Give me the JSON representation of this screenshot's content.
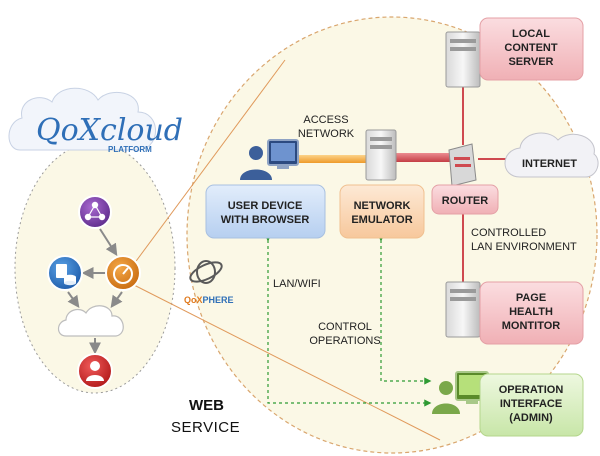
{
  "brand": {
    "logo_text": "QoXcloud",
    "platform": "PLATFORM",
    "qoxphere_prefix": "QoX",
    "qoxphere_suffix": "PHERE"
  },
  "nodes": {
    "local_server": [
      "LOCAL",
      "CONTENT",
      "SERVER"
    ],
    "internet": "INTERNET",
    "router": "ROUTER",
    "network_emulator": [
      "NETWORK",
      "EMULATOR"
    ],
    "user_device": [
      "USER DEVICE",
      "WITH BROWSER"
    ],
    "page_health_monitor": [
      "PAGE",
      "HEALTH",
      "MONTITOR"
    ],
    "operation_interface": [
      "OPERATION",
      "INTERFACE",
      "(ADMIN)"
    ]
  },
  "labels": {
    "access_network": [
      "ACCESS",
      "NETWORK"
    ],
    "controlled_lan": [
      "CONTROLLED",
      "LAN ENVIRONMENT"
    ],
    "lan_wifi": "LAN/WIFI",
    "control_operations": [
      "CONTROL",
      "OPERATIONS"
    ],
    "web": "WEB",
    "service": "SERVICE"
  },
  "colors": {
    "blue_box": "#c8dcf4",
    "orange_box": "#fbdcc0",
    "red_box": "#f6c9cc",
    "green_box": "#dcf0c4",
    "ellipse_fill": "#fbf8e6",
    "dashed_green": "#2e9a33",
    "access_link": "#f3a53a",
    "router_link": "#cf4a50"
  }
}
